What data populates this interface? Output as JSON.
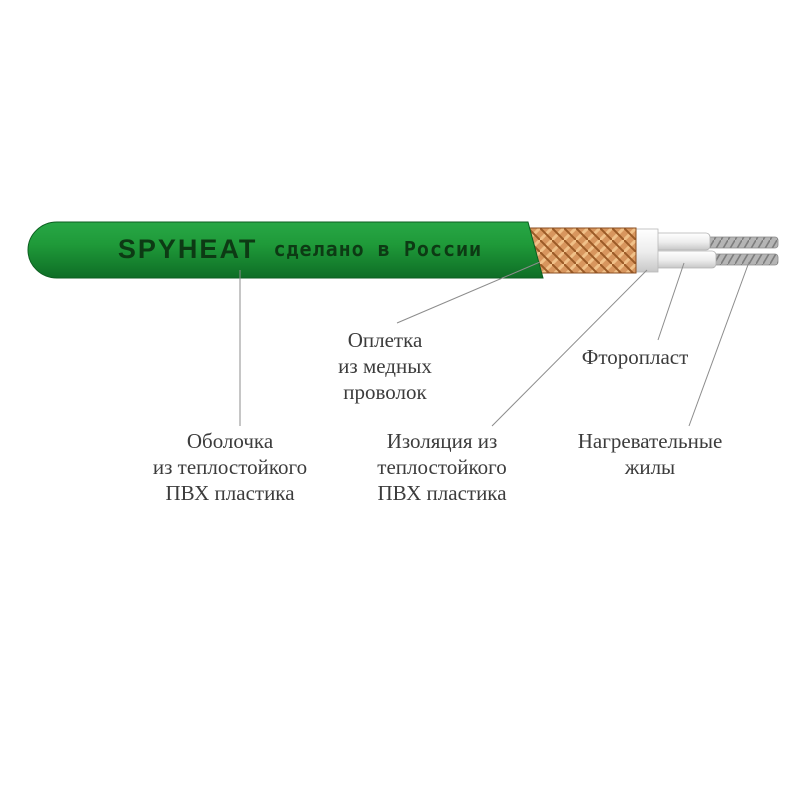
{
  "cable": {
    "print_brand": "SPYHEAT",
    "print_origin": "сделано в России",
    "colors": {
      "sheath_green": "#1f9a39",
      "sheath_green_dark": "#0e6d26",
      "braid_copper": "#d8965e",
      "braid_copper_dark": "#9a5a26",
      "fluoroplast_white": "#ececec",
      "core_metal": "#b5b5b5",
      "print_color": "#0d3a14",
      "label_text": "#3c3c3c",
      "leader_line": "#8c8c8c"
    }
  },
  "labels": {
    "braid": {
      "line1": "Оплетка",
      "line2": "из медных",
      "line3": "проволок"
    },
    "fluoroplast": {
      "line1": "Фторопласт"
    },
    "sheath": {
      "line1": "Оболочка",
      "line2": "из теплостойкого",
      "line3": "ПВХ пластика"
    },
    "insulation": {
      "line1": "Изоляция из",
      "line2": "теплостойкого",
      "line3": "ПВХ пластика"
    },
    "cores": {
      "line1": "Нагревательные",
      "line2": "жилы"
    }
  }
}
